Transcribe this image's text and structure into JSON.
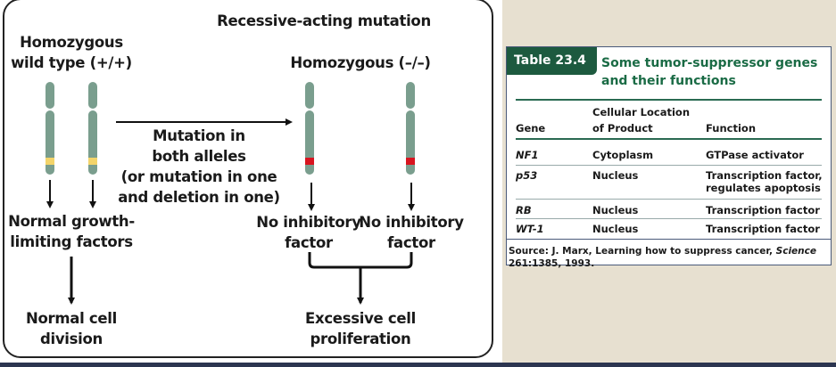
{
  "diagram": {
    "title": "Recessive-acting mutation",
    "left_header": [
      "Homozygous",
      "wild type (+/+)"
    ],
    "right_header": "Homozygous (–/–)",
    "mutation_label": [
      "Mutation in",
      "both alleles",
      "(or mutation in one",
      "and deletion in one)"
    ],
    "normal_factors": [
      "Normal growth-",
      "limiting factors"
    ],
    "normal_division": [
      "Normal cell",
      "division"
    ],
    "no_inhibitory_1": [
      "No inhibitory",
      "factor"
    ],
    "no_inhibitory_2": [
      "No inhibitory",
      "factor"
    ],
    "excessive": [
      "Excessive cell",
      "proliferation"
    ],
    "colors": {
      "chromosome": "#7a9e8e",
      "wild_band": "#f3d46a",
      "mutant_band": "#d8141f"
    }
  },
  "table": {
    "tag": "Table 23.4",
    "title": [
      "Some tumor-suppressor genes",
      "and their functions"
    ],
    "headers": {
      "gene": "Gene",
      "location": [
        "Cellular Location",
        "of Product"
      ],
      "function": "Function"
    },
    "rows": [
      {
        "gene": "NF1",
        "location": "Cytoplasm",
        "function": [
          "GTPase activator"
        ]
      },
      {
        "gene": "p53",
        "location": "Nucleus",
        "function": [
          "Transcription factor,",
          "regulates apoptosis"
        ]
      },
      {
        "gene": "RB",
        "location": "Nucleus",
        "function": [
          "Transcription factor"
        ]
      },
      {
        "gene": "WT-1",
        "location": "Nucleus",
        "function": [
          "Transcription factor"
        ]
      }
    ],
    "source": {
      "prefix": "Source: J. Marx, Learning how to suppress cancer, ",
      "journal": "Science",
      "suffix": " 261:1385, 1993."
    }
  }
}
